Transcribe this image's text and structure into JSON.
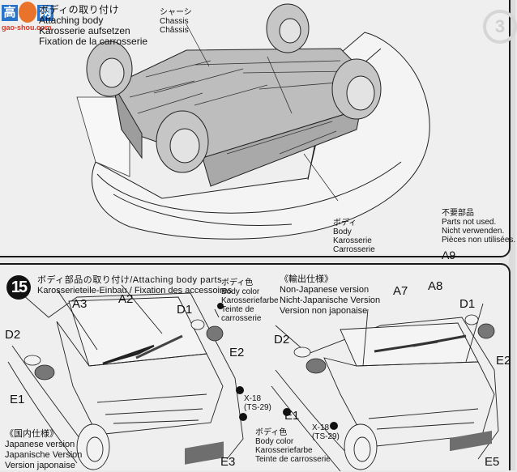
{
  "watermark": {
    "chars": [
      "高",
      "网"
    ],
    "url": "gao-shou.com"
  },
  "top_panel": {
    "title": {
      "jp": "ボディの取り付け",
      "en": "Attaching body",
      "de": "Karosserie aufsetzen",
      "fr": "Fixation de la carrosserie"
    },
    "chassis_label": {
      "jp": "シャーシ",
      "en": "Chassis",
      "fr": "Châssis"
    },
    "body_label": {
      "jp": "ボディ",
      "en": "Body",
      "de": "Karosserie",
      "fr": "Carrosserie"
    },
    "unused_parts": {
      "jp": "不要部品",
      "en": "Parts not used.",
      "de": "Nicht verwenden.",
      "fr": "Pièces non utilisées.",
      "part": "A9"
    },
    "bleed_through_step": "3"
  },
  "bottom_panel": {
    "step_number": "15",
    "title": {
      "jp_en": "ボディ部品の取り付け/Attaching body parts",
      "de_fr": "Karosserieteile-Einbau / Fixation des accessoires"
    },
    "body_color_top": {
      "jp": "ボディ色",
      "en": "Body color",
      "de": "Karosseriefarbe",
      "fr1": "Teinte de",
      "fr2": "carrosserie"
    },
    "export_version": {
      "jp": "《輸出仕様》",
      "en": "Non-Japanese version",
      "de": "Nicht-Japanische Version",
      "fr": "Version non japonaise"
    },
    "japan_version": {
      "jp": "《国内仕様》",
      "en": "Japanese version",
      "de": "Japanische Version",
      "fr": "Version japonaise"
    },
    "body_color_bottom": {
      "jp": "ボディ色",
      "en": "Body color",
      "de": "Karosseriefarbe",
      "fr": "Teinte de carrosserie"
    },
    "paint_left": {
      "code": "X-18",
      "ts": "(TS-29)"
    },
    "paint_right": {
      "code": "X-18",
      "ts": "(TS-29)"
    },
    "parts_left": {
      "a3": "A3",
      "a2": "A2",
      "d1": "D1",
      "d2": "D2",
      "e2": "E2",
      "e1": "E1",
      "e3": "E3"
    },
    "parts_right": {
      "a7": "A7",
      "a8": "A8",
      "d1": "D1",
      "d2": "D2",
      "e2": "E2",
      "e1": "E1",
      "e5": "E5"
    }
  },
  "colors": {
    "ink": "#111111",
    "paper": "#efefef",
    "part_grey": "#7a7a7a",
    "watermark_blue": "#2a74c9",
    "watermark_orange": "#e9732a",
    "watermark_red": "#d43b2a"
  }
}
